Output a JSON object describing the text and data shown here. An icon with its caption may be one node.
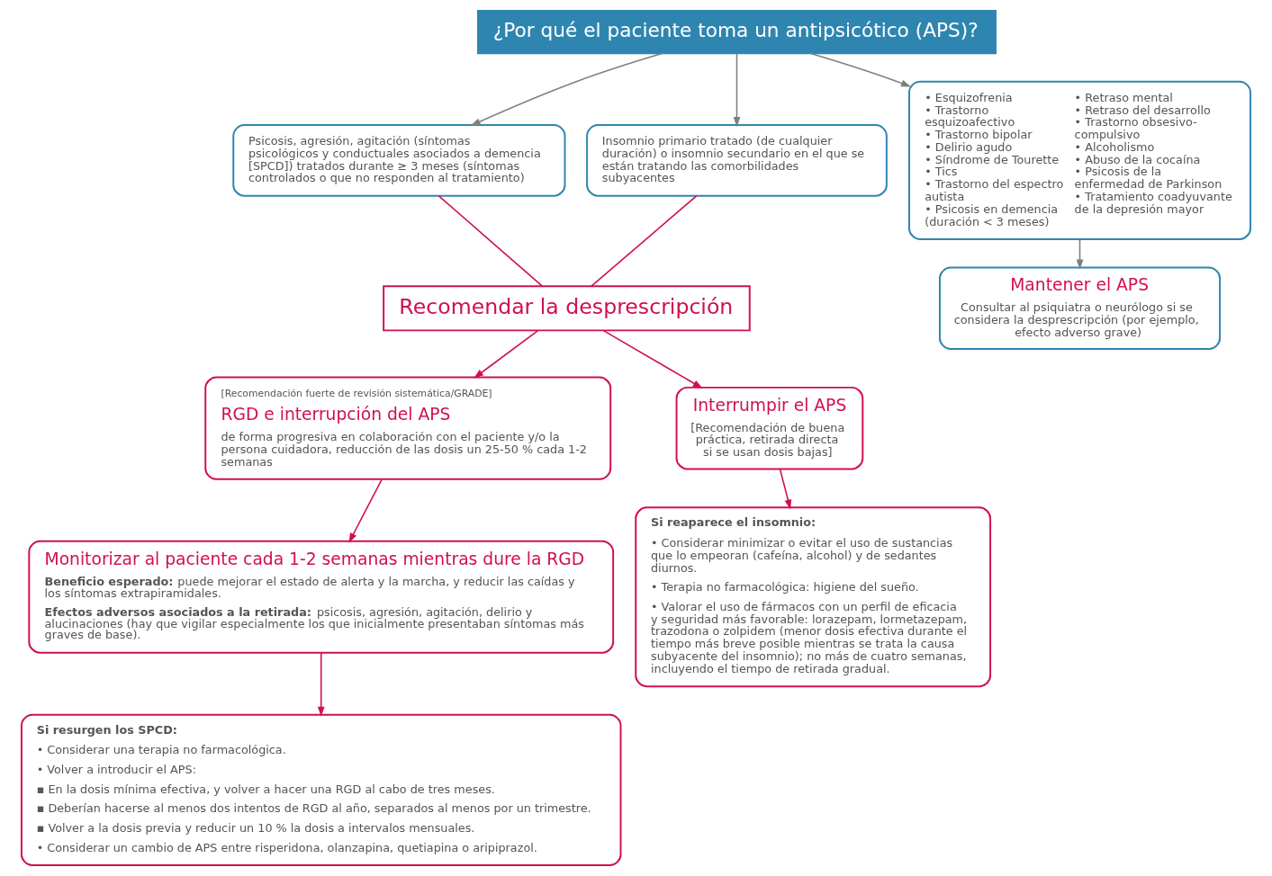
{
  "diagram": {
    "nodes": [
      {
        "text": [
          "¿Por qué el paciente toma un antipsicótico (APS)?"
        ]
      },
      {
        "text": [
          "Psicosis, agresión, agitación (síntomas psicológicos y conductuales asociados a demencia [SPCD]) tratados durante ≥ 3 meses (síntomas controlados o que no responden al tratamiento)"
        ]
      },
      {
        "text": [
          "Insomnio primario tratado (de cualquier duración) o insomnio secundario en el que se están tratando las comorbilidades subyacentes"
        ]
      },
      {
        "text": [
          "• Esquizofrenia",
          "• Trastorno esquizoafectivo",
          "• Trastorno bipolar",
          "• Delirio agudo",
          "• Síndrome de Tourette",
          "• Tics",
          "• Trastorno del espectro autista",
          "• Psicosis en demencia (duración < 3 meses)",
          "• Retraso mental",
          "• Retraso del desarrollo",
          "• Trastorno obsesivo-compulsivo",
          "• Alcoholismo",
          "• Abuso de la cocaína",
          "• Psicosis de la enfermedad de Parkinson",
          "• Tratamiento coadyuvante de la depresión mayor"
        ]
      },
      {
        "text": [
          "Recomendar la desprescripción"
        ]
      },
      {
        "text": [
          "[Recomendación fuerte de revisión sistemática/GRADE]",
          "RGD e interrupción del APS",
          "de forma progresiva en colaboración con el paciente y/o la persona cuidadora, reducción de las dosis un 25-50 % cada 1-2 semanas"
        ]
      },
      {
        "text": [
          "Interrumpir el APS",
          "[Recomendación de buena práctica, retirada directa si se usan dosis bajas]"
        ]
      },
      {
        "text": [
          "Mantener el APS",
          "Consultar al psiquiatra o neurólogo si se considera la desprescripción (por ejemplo, efecto adverso grave)"
        ]
      },
      {
        "text": [
          "Monitorizar al paciente cada 1-2 semanas mientras dure la RGD",
          "**Beneficio esperado:** puede mejorar el estado de alerta y la marcha, y reducir las caídas y los síntomas extrapiramidales.",
          "**Efectos adversos asociados a la retirada:** psicosis, agresión, agitación, delirio y alucinaciones (hay que vigilar especialmente los que inicialmente presentaban síntomas más graves de base)."
        ]
      },
      {
        "text": [
          "Si resurgen los SPCD:",
          "• Considerar una terapia no farmacológica.",
          "• Volver a introducir el APS:",
          "▪ En la dosis mínima efectiva, y volver a hacer una RGD al cabo de tres meses.",
          "▪ Deberían hacerse al menos dos intentos de RGD al año, separados al menos por un trimestre.",
          "▪ Volver a la dosis previa y reducir un 10 % la dosis a intervalos mensuales.",
          "• Considerar un cambio de APS entre risperidona, olanzapina, quetiapina o aripiprazol."
        ]
      },
      {
        "text": [
          "Si reaparece el insomnio:",
          "• Considerar minimizar o evitar el uso de sustancias que lo empeoran (cafeína, alcohol) y de sedantes diurnos.",
          "• Terapia no farmacológica: higiene del sueño.",
          "• Valorar el uso de fármacos con un perfil de eficacia y seguridad más favorable: lorazepam, lormetazepam, trazodona o zolpidem (menor dosis efectiva durante el tiempo más breve posible mientras se trata la causa subyacente del insomnio); no más de cuatro semanas, incluyendo el tiempo de retirada gradual."
        ]
      }
    ],
    "edges": [
      {
        "from": 0,
        "to": 1,
        "arrow": "to",
        "color": "#7f7f7f"
      },
      {
        "from": 0,
        "to": 2,
        "arrow": "to",
        "color": "#7f7f7f"
      },
      {
        "from": 0,
        "to": 3,
        "arrow": "to",
        "color": "#7f7f7f"
      },
      {
        "from": 1,
        "to": 4,
        "arrow": "none"
      },
      {
        "from": 2,
        "to": 4,
        "arrow": "none"
      },
      {
        "from": 4,
        "to": 5,
        "arrow": "to"
      },
      {
        "from": 4,
        "to": 6,
        "arrow": "to"
      },
      {
        "from": 3,
        "to": 7,
        "arrow": "to",
        "color": "#7f7f7f"
      },
      {
        "from": 5,
        "to": 8,
        "arrow": "to"
      },
      {
        "from": 8,
        "to": 9,
        "arrow": "to"
      },
      {
        "from": 6,
        "to": 10,
        "arrow": "to"
      }
    ]
  }
}
